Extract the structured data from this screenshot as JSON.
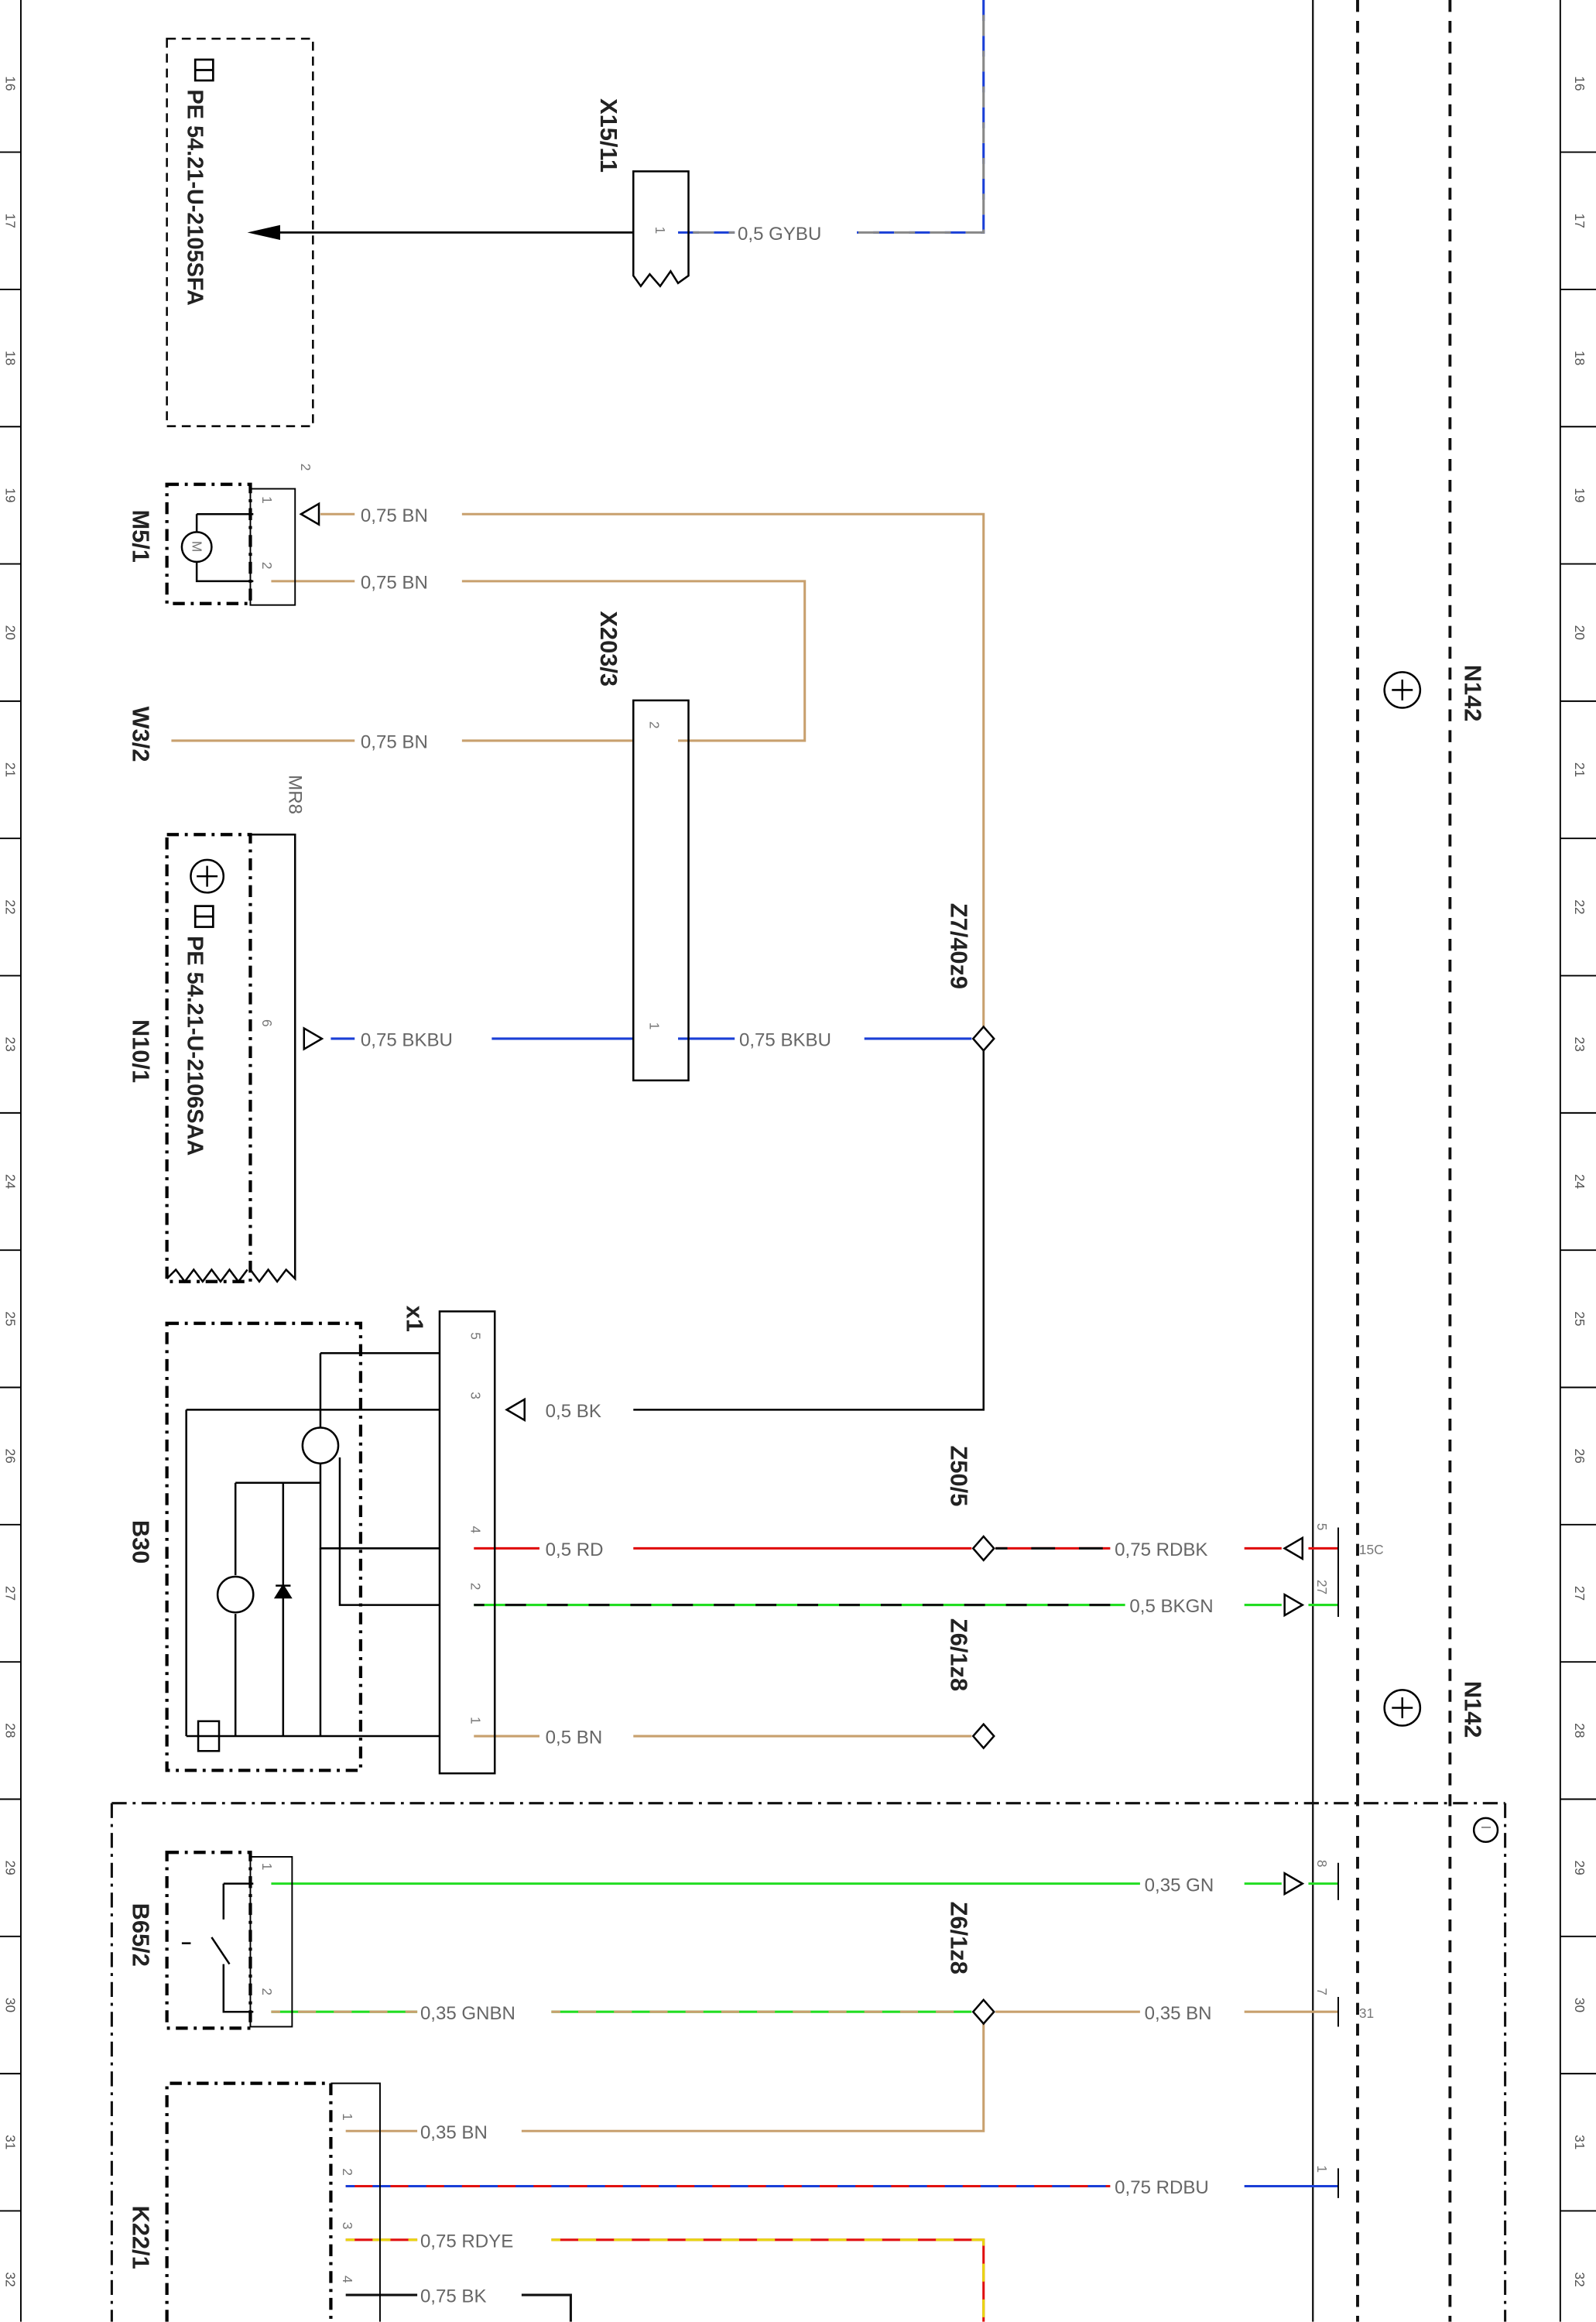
{
  "colors": {
    "BN": "#c8a06e",
    "BU": "#1a3fd6",
    "GY": "#888888",
    "BK": "#111111",
    "RD": "#e01010",
    "GN": "#22dd22",
    "YE": "#e8d810"
  },
  "grid_ticks": [
    "16",
    "17",
    "18",
    "19",
    "20",
    "21",
    "22",
    "23",
    "24",
    "25",
    "26",
    "27",
    "28",
    "29",
    "30",
    "31",
    "32"
  ],
  "components": {
    "x15_11": "X15/11",
    "m5_1": "M5/1",
    "w3_2": "W3/2",
    "x203_3": "X203/3",
    "n10_1": "N10/1",
    "x1": "x1",
    "b30": "B30",
    "b65_2": "B65/2",
    "k22_1": "K22/1",
    "n142_top": "N142",
    "n142_bottom": "N142",
    "z7_40z9": "Z7/40z9",
    "z50_5": "Z50/5",
    "z6_1z8_a": "Z6/1z8",
    "z6_1z8_b": "Z6/1z8",
    "mr8": "MR8",
    "sfa_ref": "PE 54.21-U-2105SFA",
    "saa_ref": "PE 54.21-U-2106SAA",
    "i_marker": "I",
    "motor_m": "M"
  },
  "pins": {
    "x15_11_1": "1",
    "m5_1_1": "1",
    "m5_1_2": "2",
    "m5_1_2b": "2",
    "x203_3_2": "2",
    "x203_3_1": "1",
    "n10_1_6": "6",
    "x1_5": "5",
    "x1_3": "3",
    "x1_4": "4",
    "x1_2": "2",
    "x1_1": "1",
    "b65_1": "1",
    "b65_2": "2",
    "k22_1": "1",
    "k22_2": "2",
    "k22_3": "3",
    "k22_4": "4",
    "n142_5": "5",
    "n142_27": "27",
    "n142_8": "8",
    "n142_7": "7",
    "n142_1": "1",
    "term_15c": "15C",
    "term_31": "31"
  },
  "wires": {
    "gybu": "0,5 GYBU",
    "bn_m51_1": "0,75 BN",
    "bn_m51_2": "0,75 BN",
    "bn_w32": "0,75 BN",
    "bkbu_left": "0,75 BKBU",
    "bkbu_right": "0,75 BKBU",
    "bk_b30": "0,5 BK",
    "rd_b30": "0,5 RD",
    "rdbk": "0,75 RDBK",
    "bkgn": "0,5 BKGN",
    "bn_b30": "0,5 BN",
    "gn": "0,35 GN",
    "gnbn": "0,35 GNBN",
    "bn_n142": "0,35 BN",
    "bn_k22": "0,35 BN",
    "rdbu": "0,75 RDBU",
    "rdye": "0,75 RDYE",
    "bk_k22": "0,75 BK"
  }
}
